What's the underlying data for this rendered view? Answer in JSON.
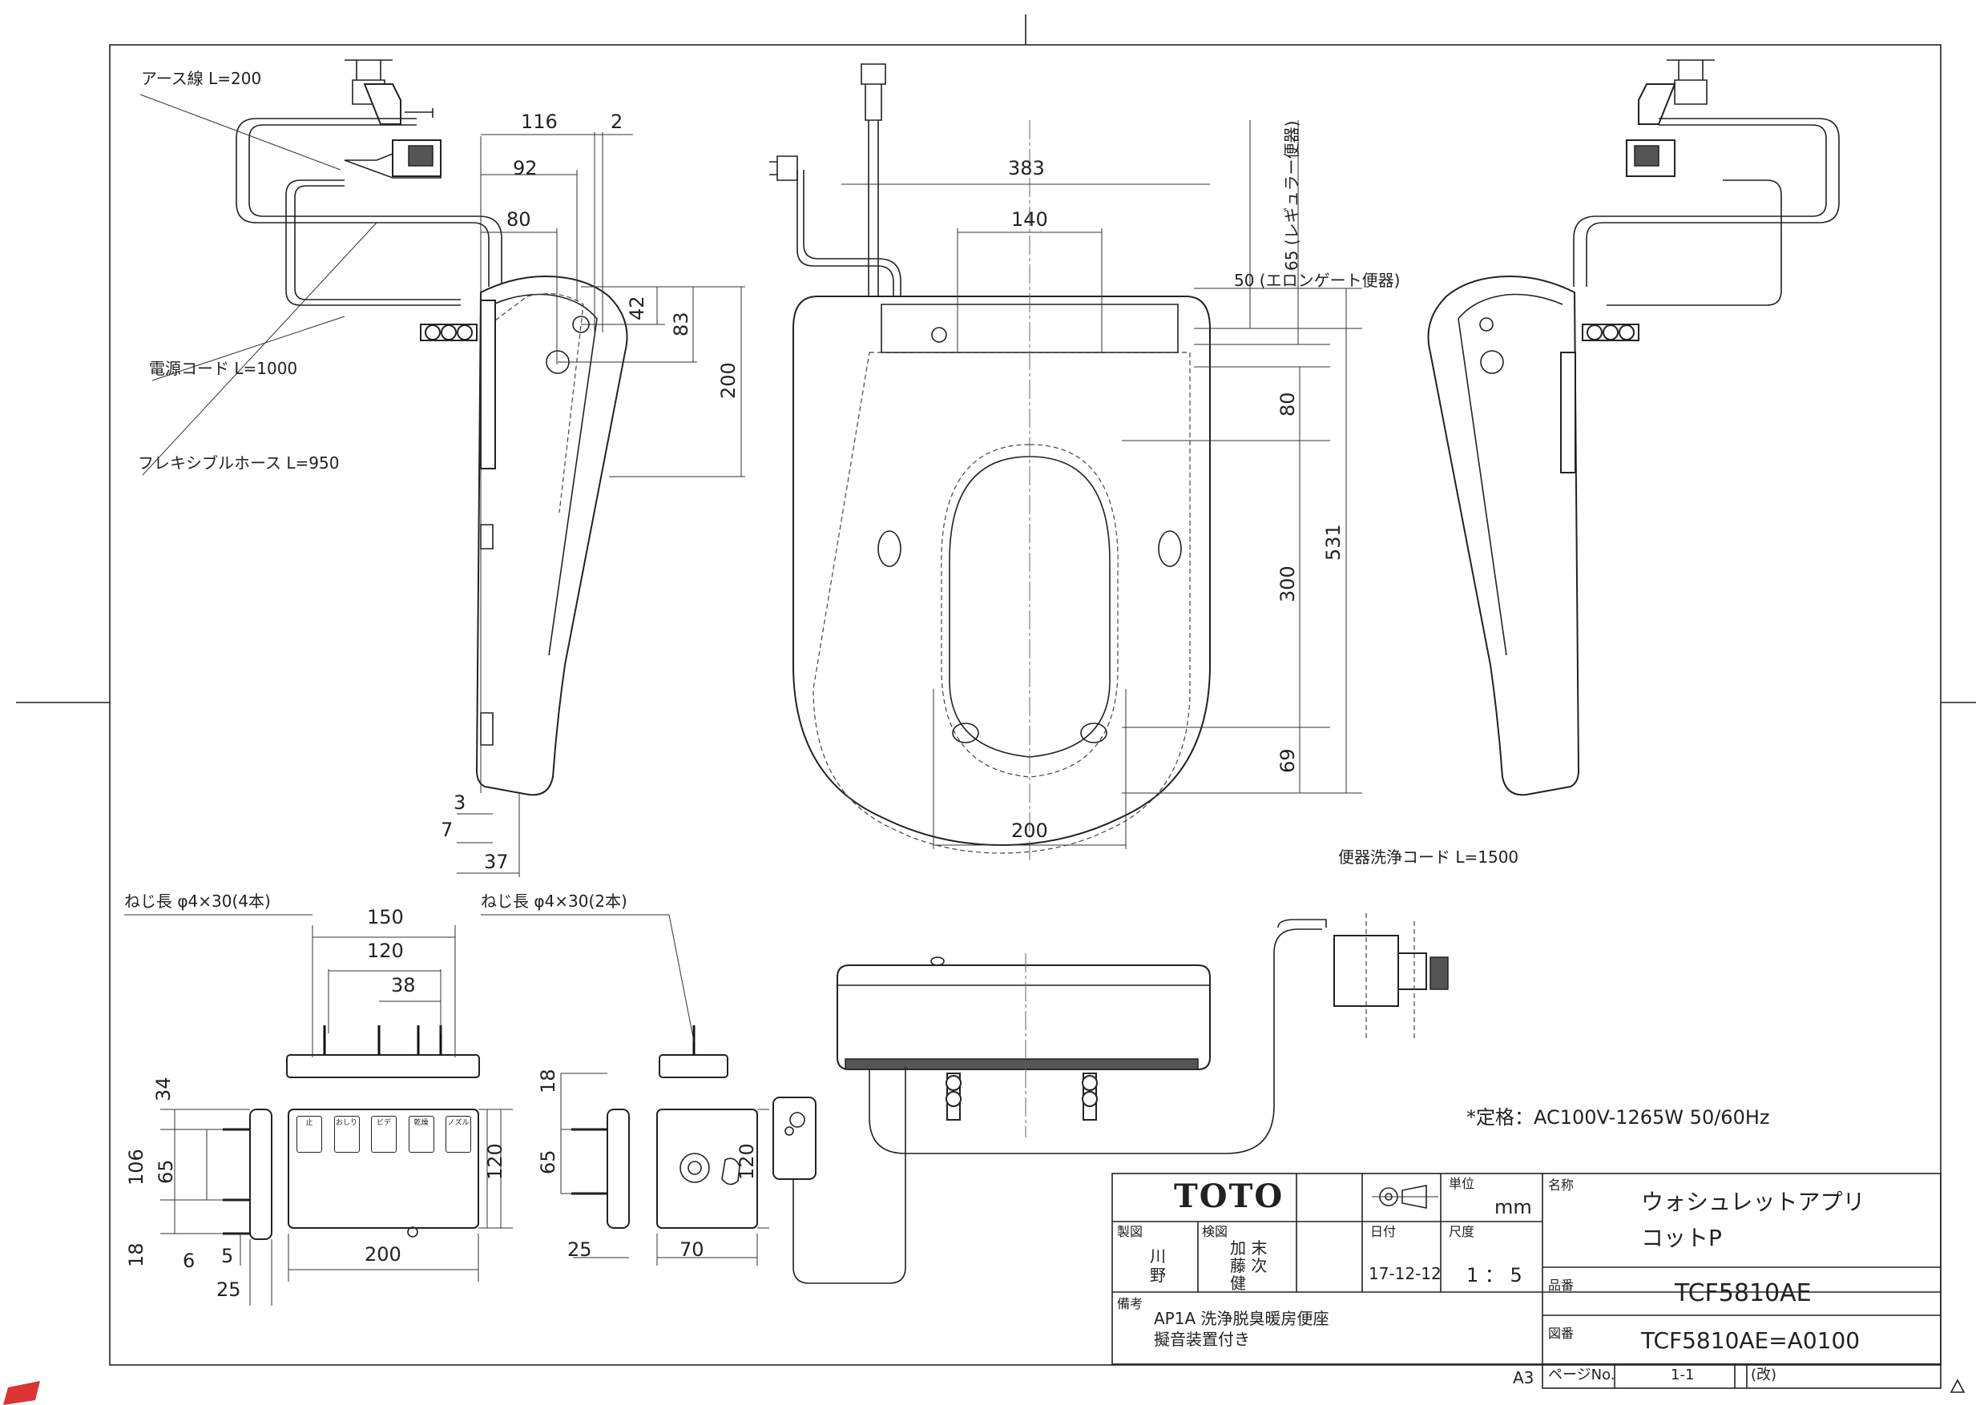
{
  "labels": {
    "earth_wire": "アース線  L=200",
    "power_cord": "電源コード  L=1000",
    "flex_hose": "フレキシブルホース  L=950",
    "screw_4": "ねじ長  φ4×30(4本)",
    "screw_2": "ねじ長  φ4×30(2本)",
    "flush_cord": "便器洗浄コード  L=1500",
    "elongated": "50 (エロンゲート便器)",
    "regular": "65 (レギュラー便器)",
    "rating": "*定格：AC100V-1265W  50/60Hz",
    "sheet_size": "A3"
  },
  "dimensions": {
    "side_116": "116",
    "side_2": "2",
    "side_92": "92",
    "side_80": "80",
    "side_42": "42",
    "side_83": "83",
    "side_200": "200",
    "side_3": "3",
    "side_7": "7",
    "side_37": "37",
    "top_383": "383",
    "top_140": "140",
    "top_80": "80",
    "top_300": "300",
    "top_531": "531",
    "top_69": "69",
    "top_200": "200",
    "br_150": "150",
    "br_120": "120",
    "br_38": "38",
    "rm_34": "34",
    "rm_106": "106",
    "rm_65": "65",
    "rm_18": "18",
    "rm_6": "6",
    "rm_5": "5",
    "rm_25": "25",
    "rm_200": "200",
    "rm_120": "120",
    "fb_18": "18",
    "fb_65": "65",
    "fb_25": "25",
    "fb_70": "70",
    "fb_120": "120"
  },
  "title_block": {
    "logo": "TOTO",
    "unit_label": "単位",
    "unit": "mm",
    "name_label": "名称",
    "name_line1": "ウォシュレットアプリ",
    "name_line2": "コットP",
    "drawn_label": "製図",
    "drawn_1": "川",
    "drawn_2": "野",
    "checked_label": "検図",
    "checked_1": "加  末",
    "checked_2": "藤  次",
    "checked_3": "健",
    "date_label": "日付",
    "date": "17-12-12",
    "scale_label": "尺度",
    "scale": "1 ： 5",
    "product_label": "品番",
    "product": "TCF5810AE",
    "drawing_label": "図番",
    "drawing": "TCF5810AE=A0100",
    "remarks_label": "備考",
    "remarks_1": "AP1A  洗浄脱臭暖房便座",
    "remarks_2": "擬音装置付き",
    "page_label": "ページNo.",
    "page": "1-1",
    "rev_label": "(改)"
  },
  "remote": {
    "buttons": [
      "止",
      "おしり",
      "ビデ",
      "乾燥",
      "ノズル"
    ]
  }
}
